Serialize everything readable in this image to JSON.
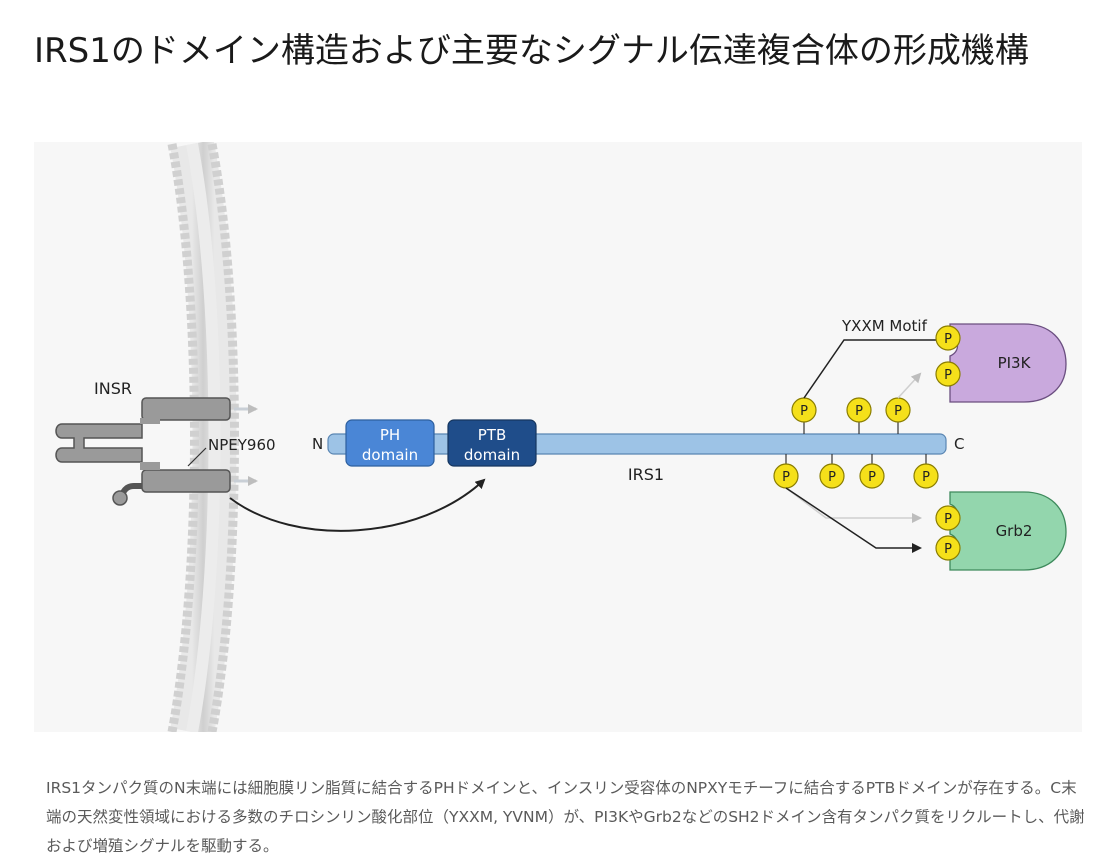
{
  "title": "IRS1のドメイン構造および主要なシグナル伝達複合体の形成機構",
  "diagram": {
    "receptor_label": "INSR",
    "npey_label": "NPEY960",
    "n_term": "N",
    "c_term": "C",
    "ph_domain": {
      "line1": "PH",
      "line2": "domain",
      "color": "#4a86d6"
    },
    "ptb_domain": {
      "line1": "PTB",
      "line2": "domain",
      "color": "#1f4d8a"
    },
    "irs1_label": "IRS1",
    "motif_label": "YXXM Motif",
    "phospho_label": "P",
    "pi3k": {
      "label": "PI3K",
      "color": "#c9a9dd"
    },
    "grb2": {
      "label": "Grb2",
      "color": "#93d6ad"
    },
    "irs1_bar_color": "#9dc3e6",
    "phospho_color": "#f5e01a"
  },
  "caption": "IRS1タンパク質のN末端には細胞膜リン脂質に結合するPHドメインと、インスリン受容体のNPXYモチーフに結合するPTBドメインが存在する。C末端の天然変性領域における多数のチロシンリン酸化部位（YXXM, YVNM）が、PI3KやGrb2などのSH2ドメイン含有タンパク質をリクルートし、代謝および増殖シグナルを駆動する。"
}
